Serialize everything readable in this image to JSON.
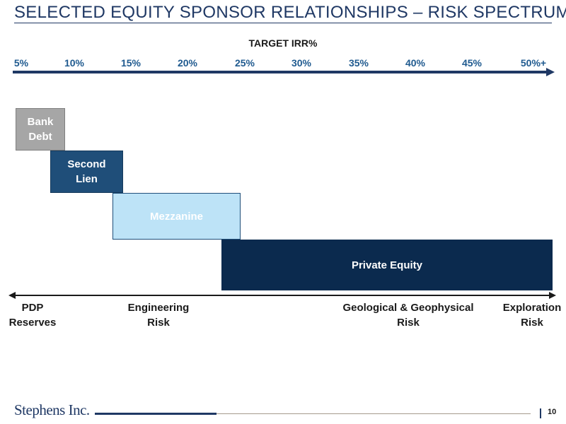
{
  "title": "SELECTED EQUITY SPONSOR RELATIONSHIPS – RISK SPECTRUM",
  "irr_axis": {
    "title": "TARGET IRR%",
    "ticks": [
      "5%",
      "10%",
      "15%",
      "20%",
      "25%",
      "30%",
      "35%",
      "40%",
      "45%",
      "50%+"
    ]
  },
  "financing_bands": [
    {
      "line1": "Bank",
      "line2": "Debt",
      "irr_from": 5,
      "irr_to": 9.5
    },
    {
      "line1": "Second",
      "line2": "Lien",
      "irr_from": 8,
      "irr_to": 14.5
    },
    {
      "line1": "Mezzanine",
      "line2": "",
      "irr_from": 13.5,
      "irr_to": 24.5
    },
    {
      "line1": "Private Equity",
      "line2": "",
      "irr_from": 23,
      "irr_to": 52
    }
  ],
  "risk_labels": [
    {
      "line1": "PDP",
      "line2": "Reserves"
    },
    {
      "line1": "Engineering",
      "line2": "Risk"
    },
    {
      "line1": "Geological & Geophysical",
      "line2": "Risk"
    },
    {
      "line1": "Exploration",
      "line2": "Risk"
    }
  ],
  "colors": {
    "bank_debt": "#a6a6a6",
    "second_lien": "#1f4e79",
    "mezzanine": "#bde3f7",
    "private_equity": "#0b2a4e"
  },
  "footer": {
    "company": "Stephens Inc.",
    "page": "10"
  }
}
